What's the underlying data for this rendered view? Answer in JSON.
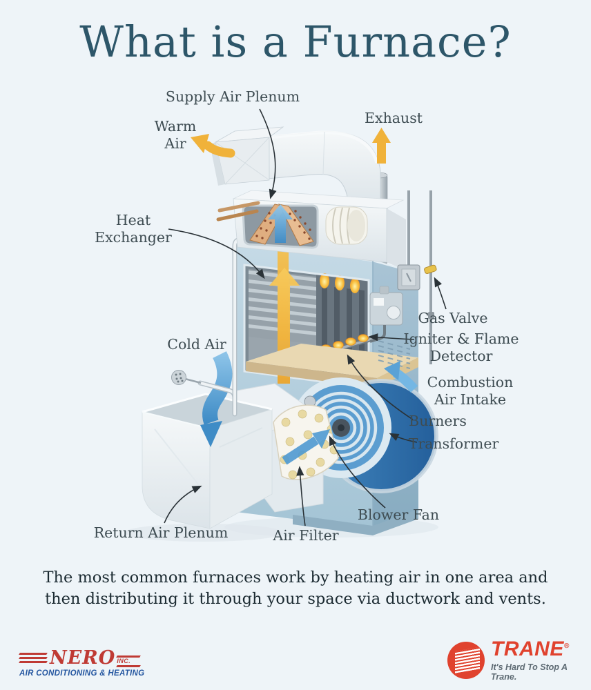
{
  "title": "What is a Furnace?",
  "labels": {
    "supply_air_plenum": "Supply Air Plenum",
    "warm_air": "Warm\nAir",
    "exhaust": "Exhaust",
    "heat_exchanger": "Heat\nExchanger",
    "cold_air": "Cold Air",
    "gas_valve": "Gas Valve",
    "igniter_flame_detector": "Igniter & Flame\nDetector",
    "combustion_air_intake": "Combustion\nAir Intake",
    "burners": "Burners",
    "transformer": "Transformer",
    "blower_fan": "Blower Fan",
    "air_filter": "Air Filter",
    "return_air_plenum": "Return Air Plenum"
  },
  "description": {
    "line1": "The most common furnaces work by heating air in one area and",
    "line2": "then distributing it through your space via ductwork and vents."
  },
  "footer": {
    "nero": {
      "name": "NERO",
      "suffix": "INC.",
      "tagline": "AIR CONDITIONING & HEATING"
    },
    "trane": {
      "name": "TRANE",
      "mark": "®",
      "tagline": "It's Hard To Stop A Trane."
    }
  },
  "icons": {
    "warm_air_arrow": "yellow-arrow-up-left",
    "exhaust_arrow": "yellow-arrow-up",
    "heat_flow_arrow": "yellow-arrow-up",
    "supply_flow_arrow": "blue-arrow-up",
    "cold_air_arrow": "blue-arrow-down",
    "combustion_air_arrow": "blue-arrow-up-left",
    "filter_flow_arrow": "blue-arrow-up-right",
    "nero_speed_stripes": "red-speed-lines",
    "trane_globe": "red-striped-globe"
  },
  "colors": {
    "background": "#eef4f8",
    "title": "#2d5669",
    "label_text": "#3e4c52",
    "body_text": "#1b2a31",
    "warm_arrow": "#f0b23a",
    "cool_arrow": "#4f99d3",
    "cabinet_blue": "#aecbdc",
    "nero_red": "#bf3a34",
    "nero_blue": "#2456a0",
    "trane_red": "#e0422e",
    "trane_tagline_gray": "#5d6a73"
  }
}
